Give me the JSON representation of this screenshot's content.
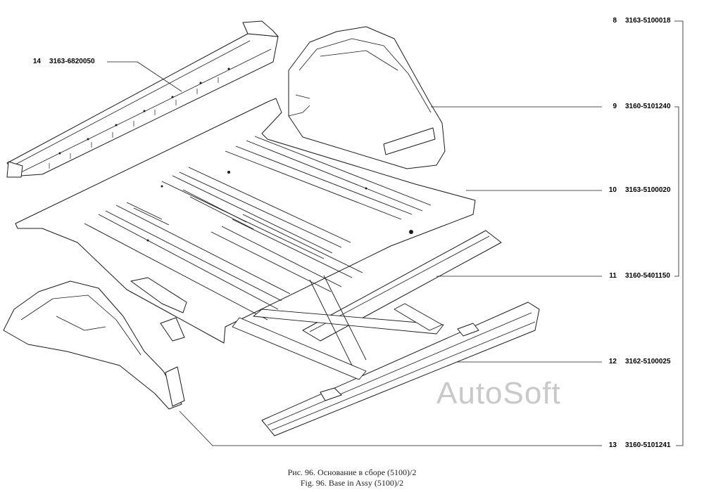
{
  "callouts": [
    {
      "num": "8",
      "part": "3163-5100018"
    },
    {
      "num": "9",
      "part": "3160-5101240"
    },
    {
      "num": "10",
      "part": "3163-5100020"
    },
    {
      "num": "11",
      "part": "3160-5401150"
    },
    {
      "num": "12",
      "part": "3162-5100025"
    },
    {
      "num": "13",
      "part": "3160-5101241"
    },
    {
      "num": "14",
      "part": "3163-6820050"
    }
  ],
  "watermark": "AutoSoft",
  "caption": {
    "ru": "Рис. 96. Основание в сборе (5100)/2",
    "en": "Fig. 96. Base in Assy (5100)/2"
  },
  "colors": {
    "line": "#1a1a1a",
    "fill": "#ffffff",
    "shade": "#e6e6e6",
    "watermark": "#c9c9c9"
  }
}
